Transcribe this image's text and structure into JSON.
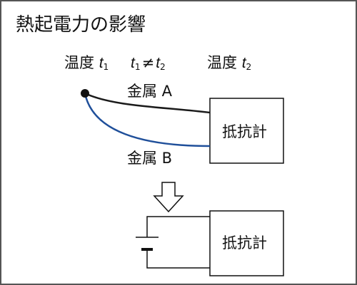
{
  "title": "熱起電力の影響",
  "top_row": {
    "left_label": "温度",
    "left_var": "t",
    "left_sub": "1",
    "cond_a_var": "t",
    "cond_a_sub": "1",
    "cond_op": "≠",
    "cond_b_var": "t",
    "cond_b_sub": "2",
    "right_label": "温度",
    "right_var": "t",
    "right_sub": "2"
  },
  "wires": {
    "metal_a": "金属 A",
    "metal_b": "金属 B"
  },
  "meter_top": "抵抗計",
  "meter_bottom": "抵抗計",
  "colors": {
    "wire_a": "#1a1a1a",
    "wire_b": "#1f4f9a",
    "frame": "#555555",
    "line": "#111111"
  },
  "icons": {
    "arrow": "hollow-down-arrow",
    "battery": "battery-symbol",
    "junction": "junction-dot"
  }
}
